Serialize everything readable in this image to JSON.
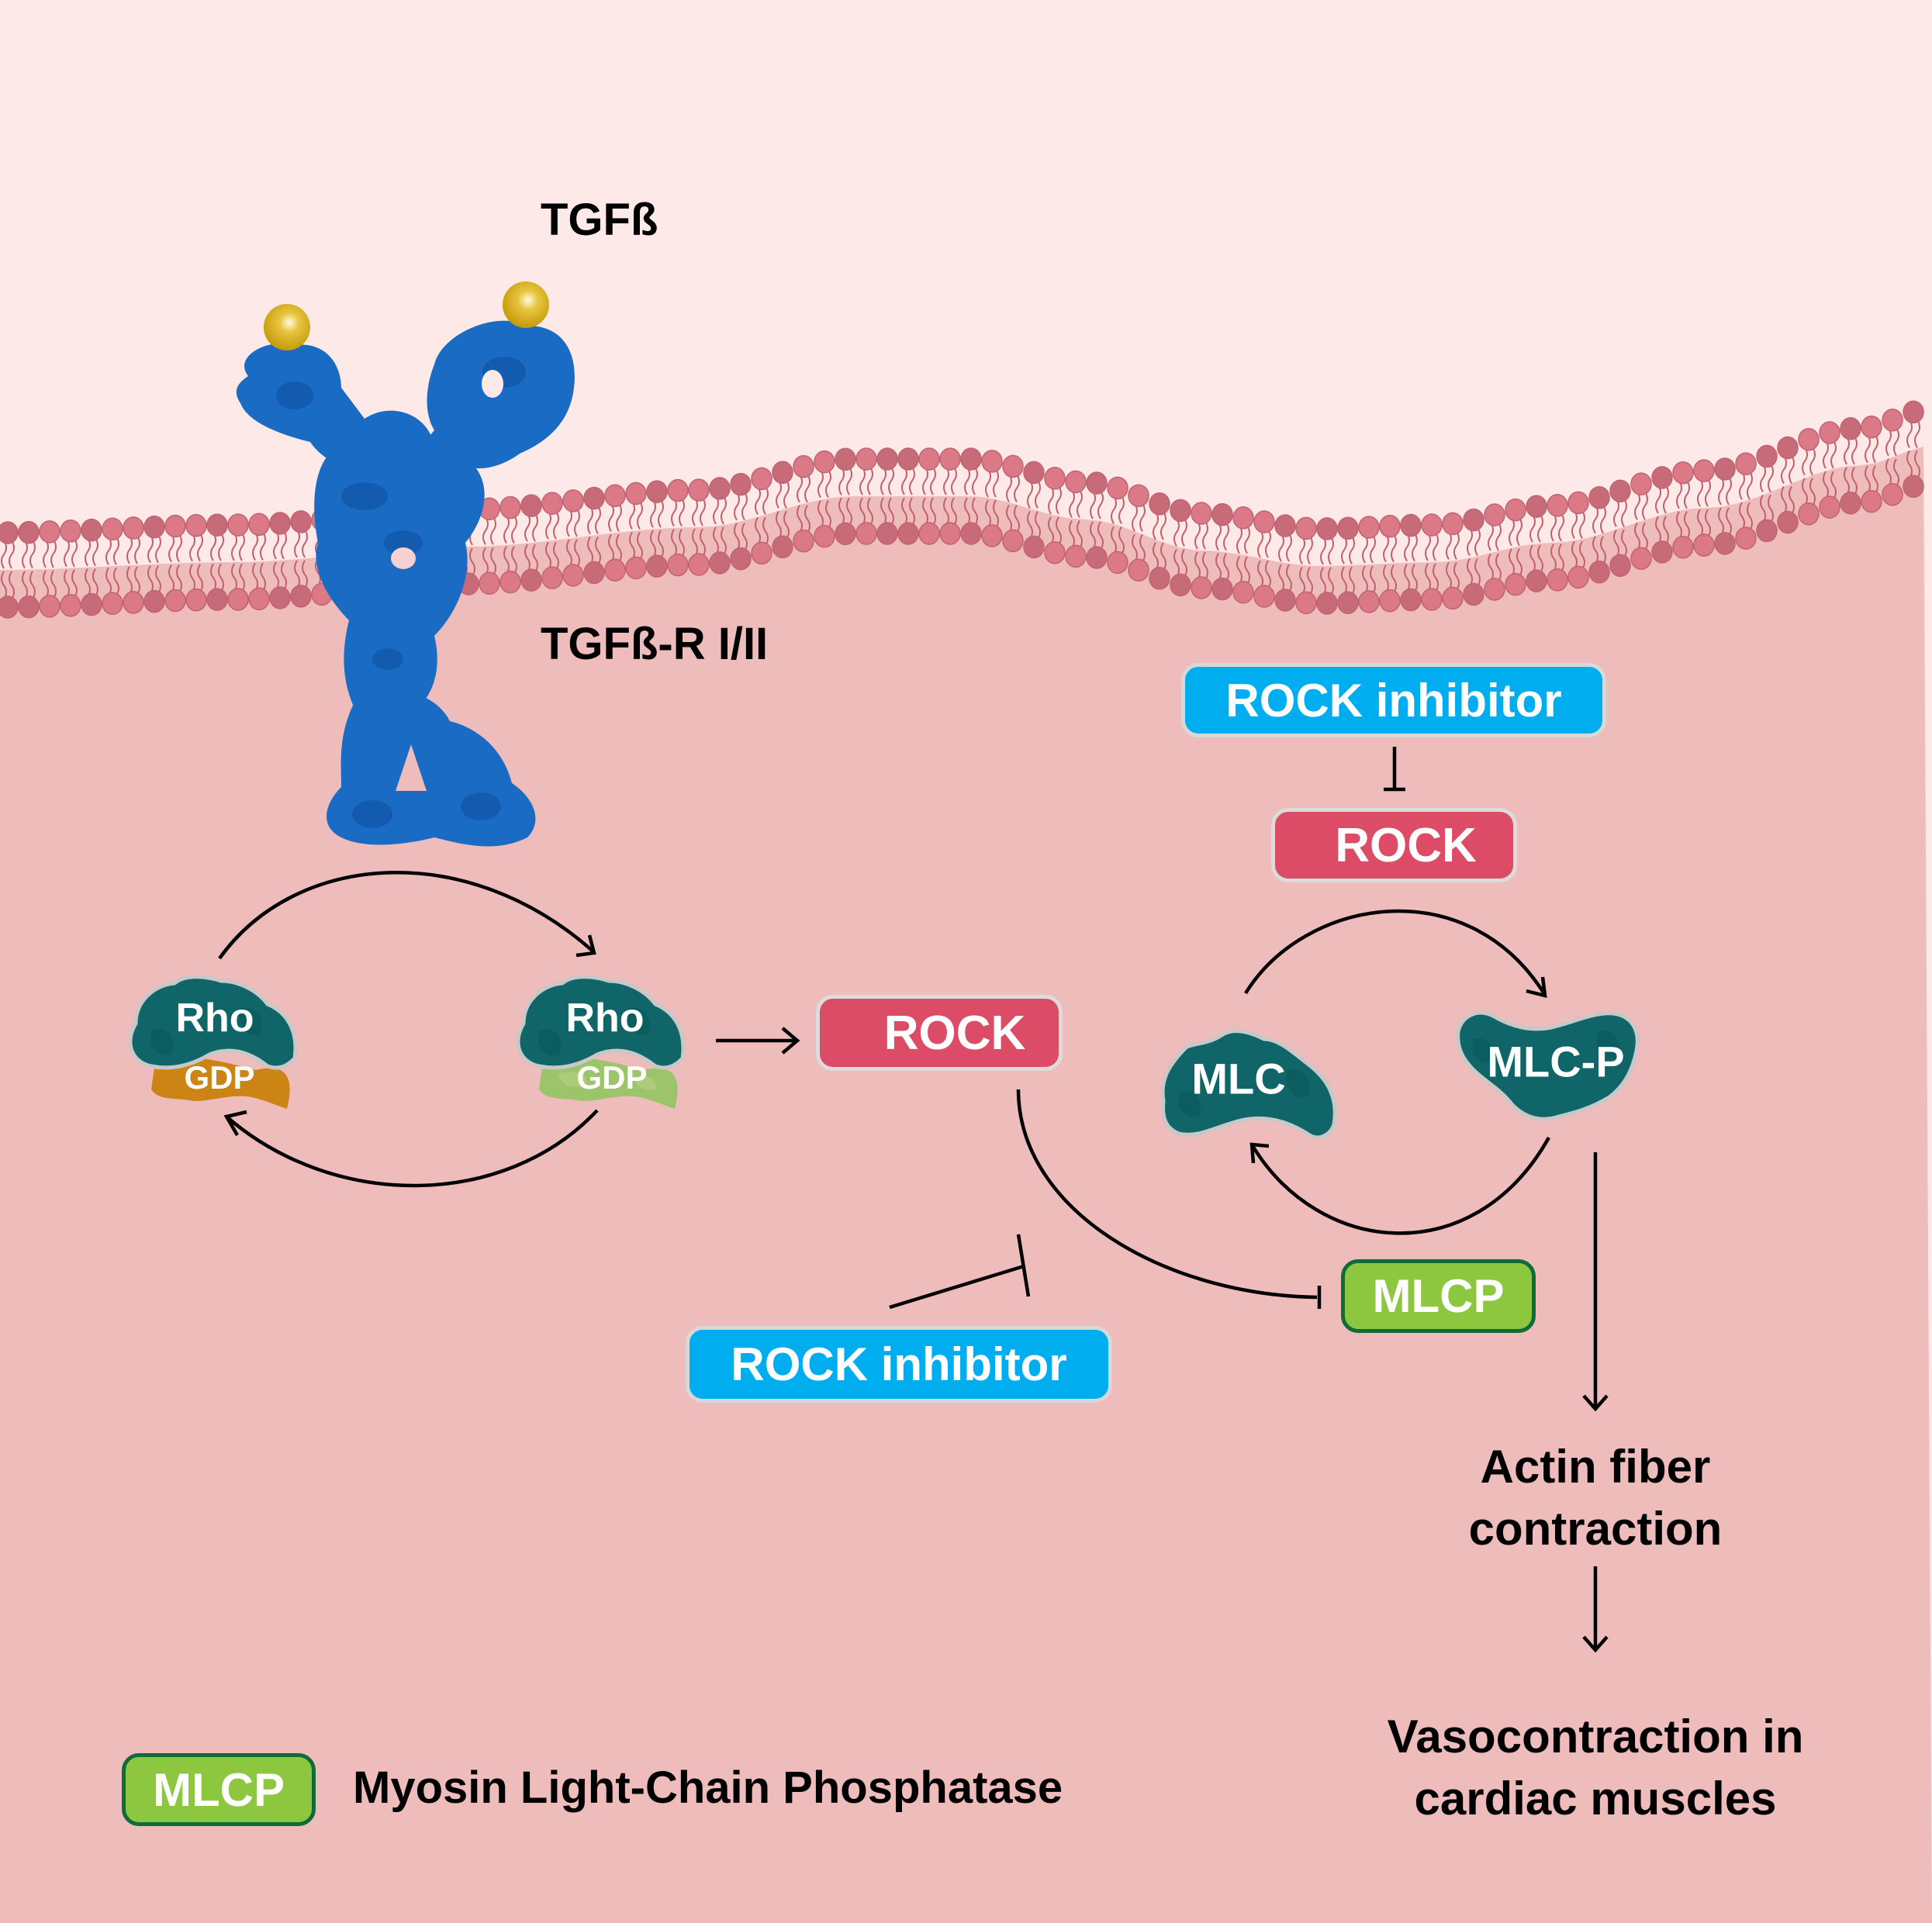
{
  "colors": {
    "extracellular": "#fde9e7",
    "cytoplasm": "#efbcbc",
    "lipid_head": "#db7a86",
    "lipid_head_dark": "#c86b78",
    "lipid_tail": "#c26070",
    "receptor": "#1a6bc4",
    "ligand": "#d4ab0f",
    "protein": "#0f6568",
    "gdp_inactive": "#cc8514",
    "gdp_active": "#9cc46a",
    "rock": "#dd4c66",
    "inhibitor": "#00aeef",
    "mlcp": "#8dc63f",
    "mlcp_border": "#0f6b3a"
  },
  "labels": {
    "ligand": "TGFß",
    "receptor": "TGFß-R I/II"
  },
  "rho_cycle": {
    "inactive": {
      "protein": "Rho",
      "nucleotide": "GDP"
    },
    "active": {
      "protein": "Rho",
      "nucleotide": "GDP"
    }
  },
  "rock_middle": "ROCK",
  "rock_top": "ROCK",
  "inhibitor_top": "ROCK inhibitor",
  "inhibitor_bottom": "ROCK inhibitor",
  "mlc_cycle": {
    "unphosphorylated": "MLC",
    "phosphorylated": "MLC-P"
  },
  "mlcp": "MLCP",
  "outcomes": {
    "step1": [
      "Actin fiber",
      "contraction"
    ],
    "step2": [
      "Vasocontraction in",
      "cardiac muscles"
    ]
  },
  "legend": {
    "abbr": "MLCP",
    "definition": "Myosin Light-Chain Phosphatase"
  }
}
